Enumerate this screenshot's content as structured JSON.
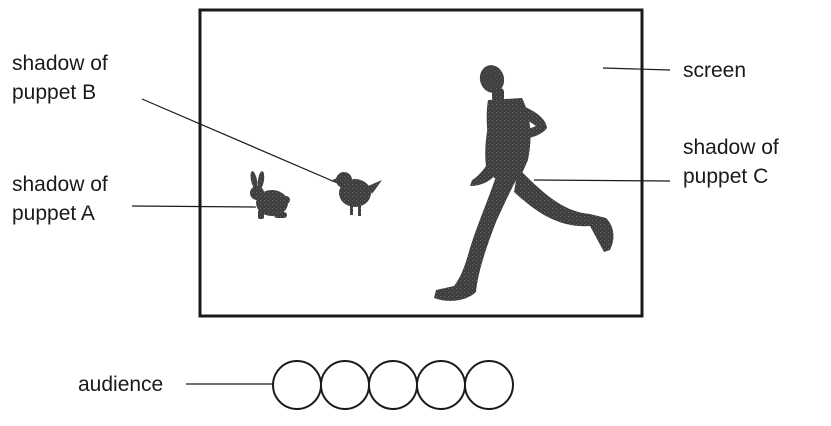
{
  "labels": {
    "shadow_b": [
      "shadow of",
      "puppet B"
    ],
    "shadow_a": [
      "shadow of",
      "puppet A"
    ],
    "shadow_c": [
      "shadow of",
      "puppet C"
    ],
    "screen": "screen",
    "audience": "audience"
  },
  "audience_count": 5,
  "colors": {
    "ink": "#1a1a1a",
    "shadow": "#3c3c3c"
  }
}
